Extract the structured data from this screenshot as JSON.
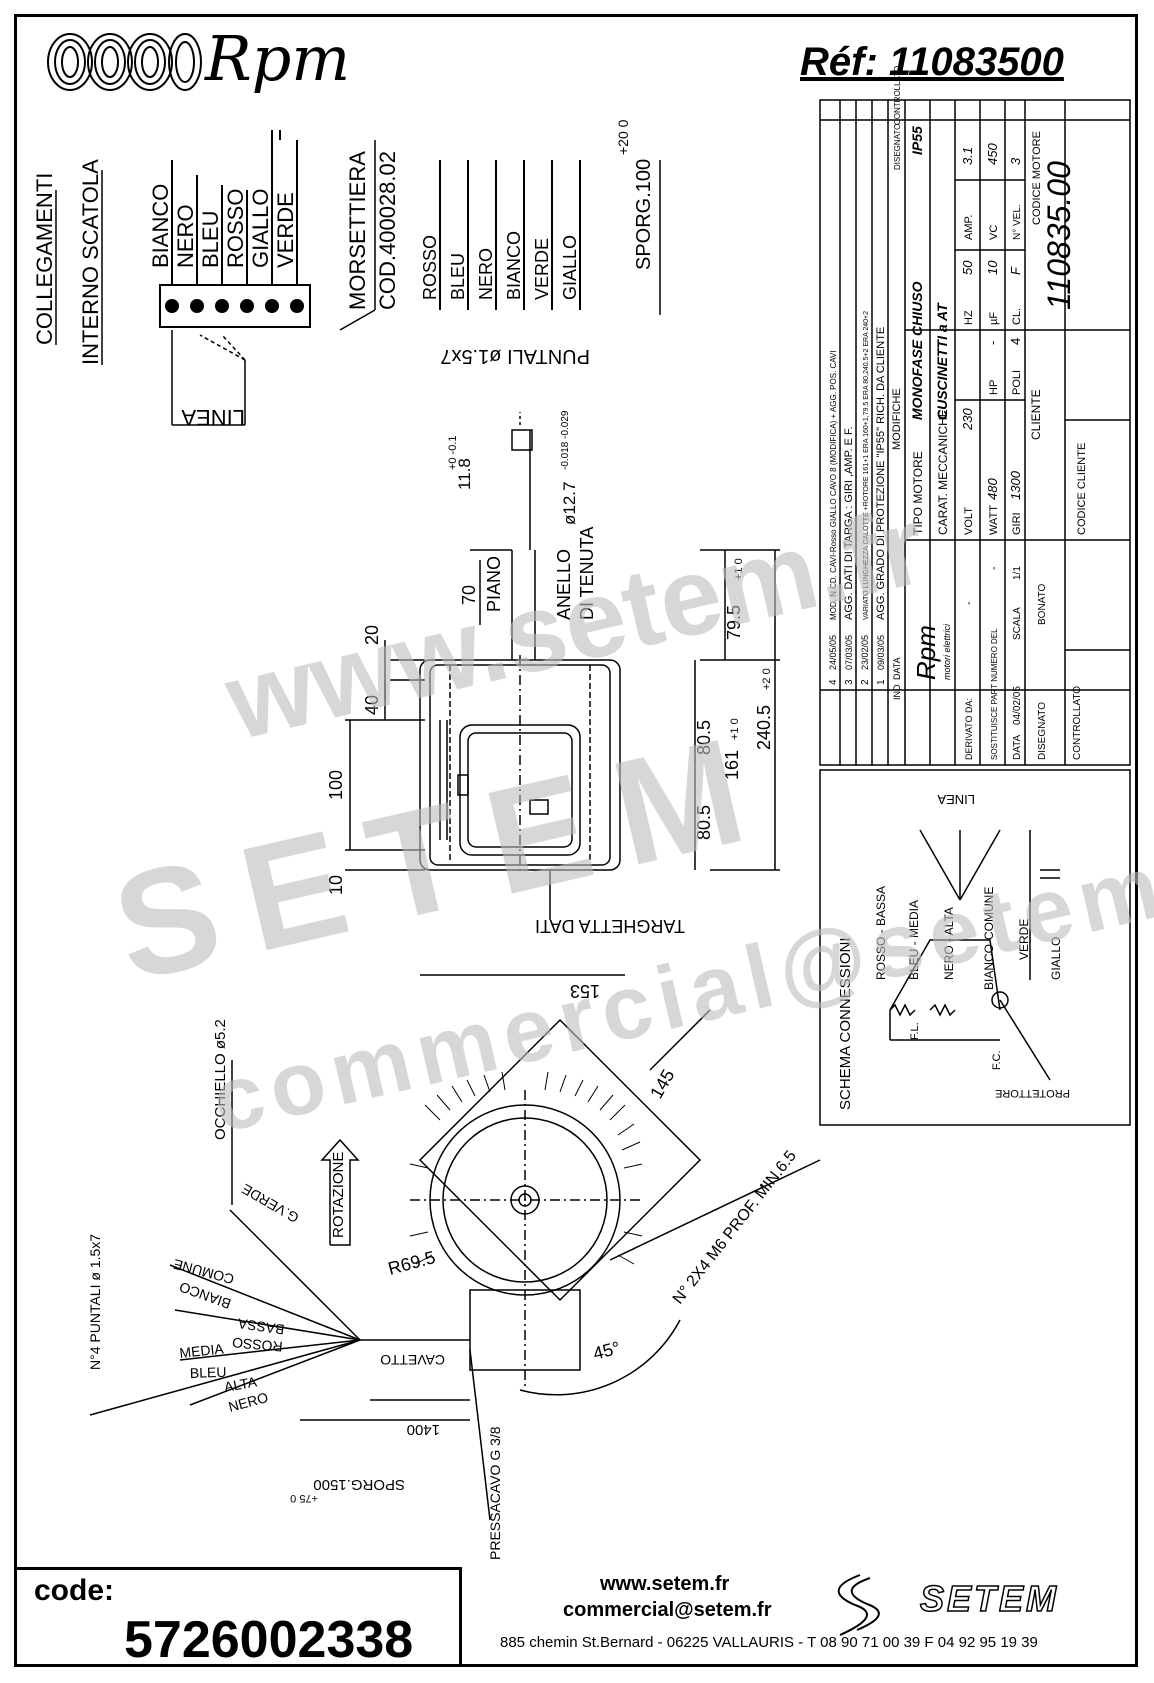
{
  "header": {
    "brand": "Rpm",
    "ref": "Réf:  11083500"
  },
  "labels": {
    "collegamenti": "COLLEGAMENTI",
    "interno": "INTERNO SCATOLA",
    "morsettiera": "MORSETTIERA",
    "cod": "COD.400028.02",
    "linea": "LINEA",
    "puntali": "PUNTALI ø1.5x7",
    "sporg_top": "SPORG.100",
    "sporg_tol": "+20 0",
    "wires_box": [
      "BIANCO",
      "NERO",
      "BLEU",
      "ROSSO",
      "GIALLO",
      "VERDE"
    ],
    "wires_leads": [
      "ROSSO",
      "BLEU",
      "NERO",
      "BIANCO",
      "VERDE",
      "GIALLO"
    ],
    "dim_118": "11.8",
    "dim_118_tol": "+0 -0.1",
    "dim_127": "ø12.7",
    "dim_127_tol": "-0.018 -0.029",
    "dim_70": "70",
    "piano": "PIANO",
    "anello": "ANELLO",
    "di_tenuta": "DI TENUTA",
    "dim_795": "79.5",
    "dim_795_tol": "+1 0",
    "dim_20": "20",
    "dim_40": "40",
    "dim_805a": "80.5",
    "dim_161": "161",
    "dim_161_tol": "+1 0",
    "dim_2405": "240.5",
    "dim_2405_tol": "+2 0",
    "dim_100": "100",
    "dim_805b": "80.5",
    "dim_10": "10",
    "targhetta": "TARGHETTA DATI",
    "dim_153": "153",
    "dim_145": "145",
    "occhiello": "OCCHIELLO ø5.2",
    "rotazione": "ROTAZIONE",
    "n4_puntali": "N°4 PUNTALI ø 1.5x7",
    "gverde": "G.VERDE",
    "comune": "COMUNE",
    "bianco": "BIANCO",
    "bassa": "BASSA",
    "rosso": "ROSSO",
    "media": "MEDIA",
    "bleu": "BLEU",
    "alta": "ALTA",
    "nero": "NERO",
    "cavetto": "CAVETTO",
    "r695": "R69.5",
    "n2x4": "N° 2X4 M6 PROF. MIN.6.5",
    "dim_1400": "1400",
    "sporg_bottom": "SPORG.1500",
    "sporg_bottom_tol": "+75 0",
    "pressacavo": "PRESSACAVO G 3/8",
    "angle45": "45°"
  },
  "title_block": {
    "modifiche": [
      {
        "n": "4",
        "data": "24/05/05",
        "desc": "MOD. N.CD. CAVI-Rosso GIALLO CAVO 8 (MODIFICA) + AGG. POS. CAVI"
      },
      {
        "n": "3",
        "data": "07/03/05",
        "desc": "AGG. DATI DI TARGA : GIRI ,AMP. E F."
      },
      {
        "n": "2",
        "data": "23/02/05",
        "desc": "VARIATO LUNGHEZZA CALOTTE +ROTORE 161+1 ERA 160+1,79.5 ERA 80,240.5+2 ERA 240+2"
      },
      {
        "n": "1",
        "data": "09/03/05",
        "desc": "AGG. GRADO DI PROTEZIONE \"IP55\" RICH. DA CLIENTE"
      }
    ],
    "ind": "IND",
    "data_h": "DATA",
    "modifiche_h": "MODIFICHE",
    "disegnato_h": "DISEGNATO",
    "controllato_h": "CONTROLLATO",
    "tipo_motore_h": "TIPO MOTORE",
    "tipo_motore": "MONOFASE CHIUSO",
    "ip": "IP55",
    "carat_h": "CARAT. MECCANICHE",
    "carat": "CUSCINETTI a AT",
    "volt_h": "VOLT",
    "volt": "230",
    "hz_h": "HZ",
    "hz": "50",
    "amp_h": "AMP.",
    "amp": "3.1",
    "watt_h": "WATT",
    "watt": "480",
    "hp_h": "HP",
    "hp": "-",
    "uf_h": "µF",
    "uf": "10",
    "vc_h": "VC",
    "vc": "450",
    "giri_h": "GIRI",
    "giri": "1300",
    "poli_h": "POLI",
    "poli": "4",
    "cl_h": "CL.",
    "cl": "F",
    "nvel_h": "N° VEL.",
    "nvel": "3",
    "cliente_h": "CLIENTE",
    "codice_motore_h": "CODICE MOTORE",
    "codice_motore": "110835.00",
    "codice_cliente_h": "CODICE CLIENTE",
    "derivato_h": "DERIVATO DA:",
    "derivato": "-",
    "sostituisce_h": "SOSTITUISCE PART NUMERO DEL",
    "sostituisce": "-",
    "data_val": "04/02/05",
    "scala_h": "SCALA",
    "scala": "1/1",
    "disegnato": "DISEGNATO",
    "bonato": "BONATO",
    "controllato": "CONTROLLATO",
    "rpm_small": "Rpm",
    "motori": "motori elettrici"
  },
  "schema": {
    "title": "SCHEMA CONNESSIONI",
    "rosso_bassa": "ROSSO - BASSA",
    "bleu_media": "BLEU - MEDIA",
    "nero_alta": "NERO - ALTA",
    "bianco_comune": "BIANCO-COMUNE",
    "verde": "VERDE",
    "giallo": "GIALLO",
    "fl": "F.L.",
    "fc": "F.C.",
    "protettore": "PROTETTORE",
    "linea": "LINEA"
  },
  "footer": {
    "code_label": "code:",
    "code": "5726002338",
    "web": "www.setem.fr",
    "mail": "commercial@setem.fr",
    "address": "885 chemin St.Bernard  -  06225 VALLAURIS  -  T 08 90 71 00 39   F 04 92 95 19 39",
    "brand": "SETEM"
  },
  "watermark": {
    "w1": "www.setem.fr",
    "w2": "SETEM",
    "w3": "commercial@setem.fr"
  }
}
